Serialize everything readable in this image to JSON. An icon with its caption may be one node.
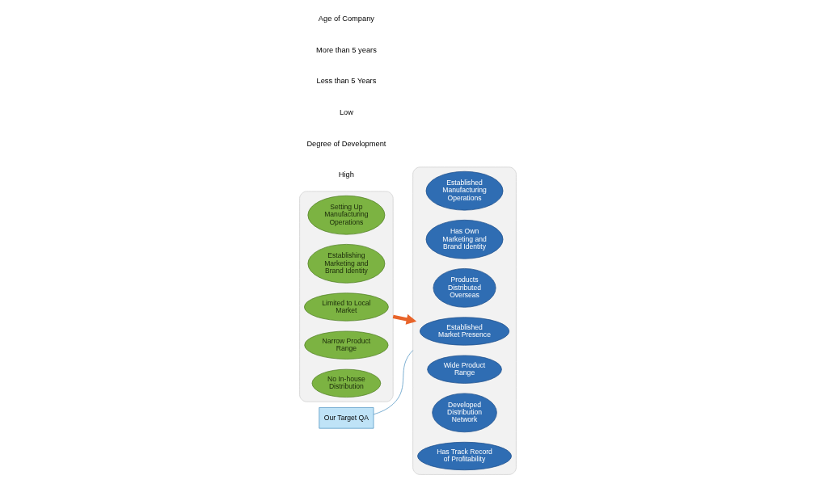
{
  "diagram": {
    "nodes": [
      {
        "text": [],
        "shape": "box"
      },
      {
        "text": [
          "Setting Up Manufacturing Operations"
        ],
        "in": 0
      },
      {
        "text": [
          "Establishing Marketing and Brand Identity"
        ],
        "in": 0
      },
      {
        "text": [
          "Limited to Local Market"
        ],
        "in": 0
      },
      {
        "text": [
          "Narrow Product Range"
        ],
        "in": 0
      },
      {
        "text": [
          "No In-house Distribution"
        ],
        "in": 0
      },
      {
        "text": [],
        "shape": "box"
      },
      {
        "text": [
          "Established Manufacturing Operations"
        ],
        "in": 6
      },
      {
        "text": [
          "Has Own Marketing and Brand Identity"
        ],
        "in": 6
      },
      {
        "text": [
          "Products Distributed Overseas"
        ],
        "in": 6
      },
      {
        "text": [
          "Established Market Presence"
        ],
        "in": 6
      },
      {
        "text": [
          "Wide Product Range"
        ],
        "in": 6
      },
      {
        "text": [
          "Developed Distribution Network"
        ],
        "in": 6
      },
      {
        "text": [
          "Has Track Record of Profitability"
        ],
        "in": 6
      },
      {
        "text": [
          "Our Target QA"
        ]
      }
    ],
    "edges": [
      {
        "from": 0,
        "to": 6,
        "arrow": "to",
        "style": "thick",
        "color": "#e8642a"
      },
      {
        "from": 14,
        "to": 6,
        "arrow": "none",
        "color": "#4a90c0"
      }
    ],
    "labels": [
      "High",
      "Degree of Development",
      "Low",
      "Less than 5 Years",
      "More than 5 years",
      "Age of Company"
    ]
  }
}
